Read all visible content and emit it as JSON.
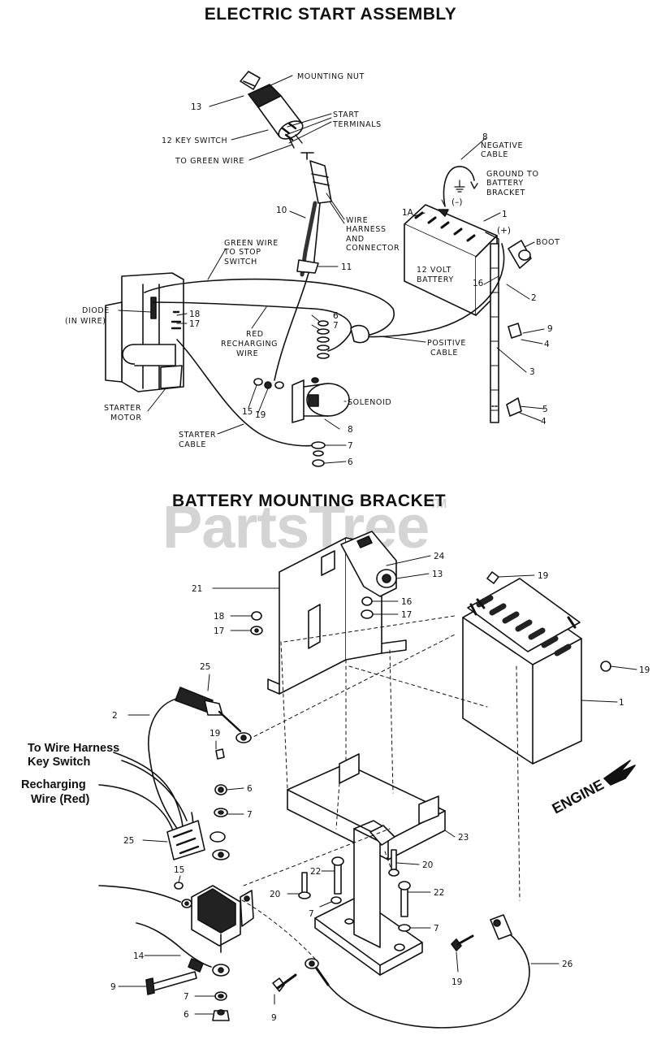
{
  "titles": {
    "top": "ELECTRIC START ASSEMBLY",
    "bottom": "BATTERY MOUNTING BRACKET"
  },
  "watermark": {
    "text": "PartsTree",
    "mark": "TM"
  },
  "top_diagram": {
    "labels": {
      "mounting_nut": "MOUNTING NUT",
      "start_terminals": [
        "START",
        "TERMINALS"
      ],
      "key_switch": "12 KEY SWITCH",
      "to_green_wire": "TO GREEN WIRE",
      "negative_cable": [
        "NEGATIVE",
        "CABLE"
      ],
      "ground": [
        "GROUND TO",
        "BATTERY",
        "BRACKET"
      ],
      "wire_harness": [
        "WIRE",
        "HARNESS",
        "AND",
        "CONNECTOR"
      ],
      "green_wire": [
        "GREEN WIRE",
        "TO STOP",
        "SWITCH"
      ],
      "diode": [
        "DIODE",
        "(IN WIRE)"
      ],
      "red_recharging": [
        "RED",
        "RECHARGING",
        "WIRE"
      ],
      "battery": [
        "12 VOLT",
        "BATTERY"
      ],
      "boot": "BOOT",
      "positive_cable": [
        "POSITIVE",
        "CABLE"
      ],
      "solenoid": "SOLENOID",
      "starter_motor": [
        "STARTER",
        "MOTOR"
      ],
      "starter_cable": [
        "STARTER",
        "CABLE"
      ],
      "neg_sign": "(–)",
      "pos_sign": "(+)"
    },
    "numbers": {
      "n13": "13",
      "n8": "8",
      "n1A": "1A",
      "n1": "1",
      "n10": "10",
      "n11": "11",
      "n16": "16",
      "n2": "2",
      "n18": "18",
      "n17": "17",
      "n6a": "6",
      "n7a": "7",
      "n9": "9",
      "n4": "4",
      "n3": "3",
      "n5": "5",
      "n4b": "4",
      "n15": "15",
      "n19": "19",
      "n8b": "8",
      "n7b": "7",
      "n6b": "6"
    }
  },
  "bottom_diagram": {
    "labels": {
      "to_wire_harness": [
        "To Wire Harness",
        "Key Switch"
      ],
      "recharging_wire": [
        "Recharging",
        "Wire (Red)"
      ],
      "engine": "ENGINE"
    },
    "numbers": {
      "n24": "24",
      "n13": "13",
      "n21": "21",
      "n18": "18",
      "n17": "17",
      "n16": "16",
      "n17b": "17",
      "n19a": "19",
      "n19b": "19",
      "n1": "1",
      "n25a": "25",
      "n2": "2",
      "n19c": "19",
      "n6a": "6",
      "n7a": "7",
      "n25b": "25",
      "n23": "23",
      "n20a": "20",
      "n22a": "22",
      "n20b": "20",
      "n22b": "22",
      "n7b": "7",
      "n7c": "7",
      "n15": "15",
      "n14": "14",
      "n9a": "9",
      "n7d": "7",
      "n6b": "6",
      "n9b": "9",
      "n19d": "19",
      "n26": "26"
    }
  }
}
